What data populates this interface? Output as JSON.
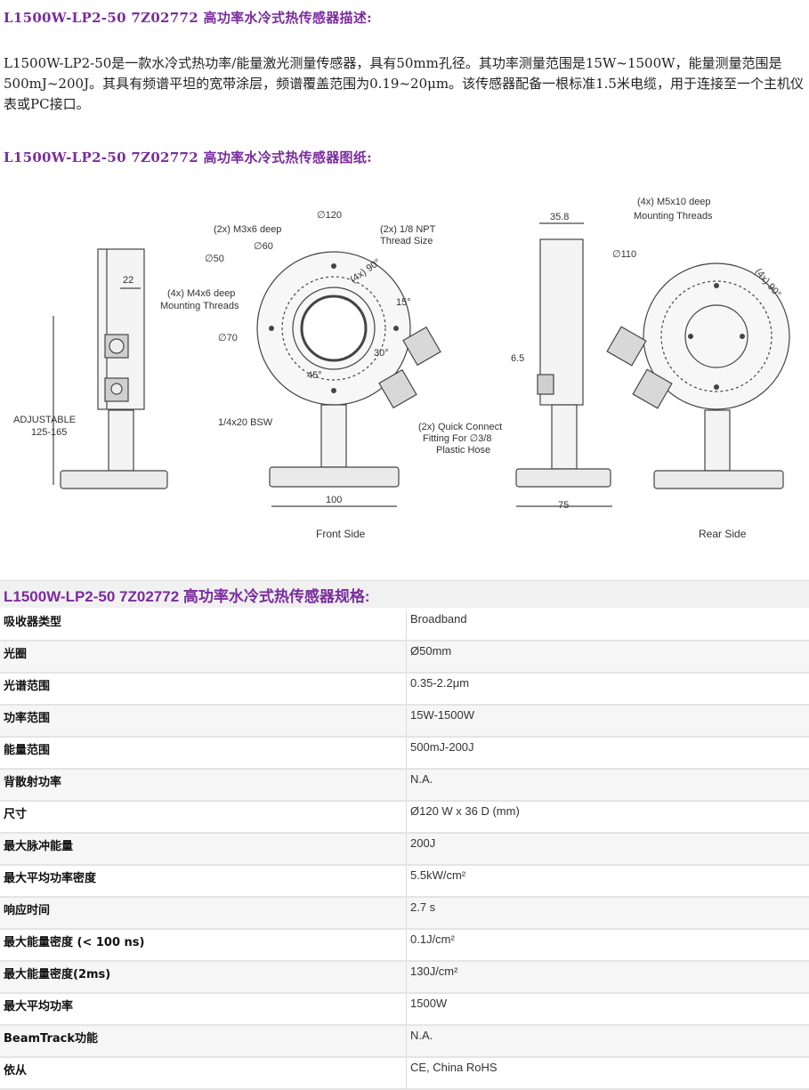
{
  "description": {
    "heading": "L1500W-LP2-50 7Z02772 高功率水冷式热传感器描述:",
    "text": "L1500W-LP2-50是一款水冷式热功率/能量激光测量传感器，具有50mm孔径。其功率测量范围是15W~1500W，能量测量范围是500mJ~200J。其具有频谱平坦的宽带涂层，频谱覆盖范围为0.19~20μm。该传感器配备一根标准1.5米电缆，用于连接至一个主机仪表或PC接口。"
  },
  "drawing": {
    "heading": "L1500W-LP2-50 7Z02772 高功率水冷式热传感器图纸:",
    "labels": {
      "d120": "∅120",
      "m3": "(2x) M3x6 deep",
      "d60": "∅60",
      "npt1": "(2x) 1/8 NPT",
      "npt2": "Thread Size",
      "d50": "∅50",
      "deg90a": "(4x) 90°",
      "deg15": "15°",
      "m4a": "(4x) M4x6 deep",
      "m4b": "Mounting Threads",
      "d70": "∅70",
      "deg30": "30°",
      "deg45": "45°",
      "bsw": "1/4x20 BSW",
      "qc1": "(2x) Quick Connect",
      "qc2": "Fitting For ∅3/8",
      "qc3": "Plastic Hose",
      "dim22": "22",
      "adj1": "ADJUSTABLE",
      "adj2": "125-165",
      "dim100": "100",
      "front": "Front Side",
      "dim358": "35.8",
      "dim65": "6.5",
      "dim75": "75",
      "m5a": "(4x) M5x10 deep",
      "m5b": "Mounting Threads",
      "d110": "∅110",
      "deg90b": "(4x) 90°",
      "rear": "Rear Side"
    }
  },
  "specs": {
    "heading": "L1500W-LP2-50 7Z02772 高功率水冷式热传感器规格:",
    "rows": [
      {
        "k": "吸收器类型",
        "v": "Broadband"
      },
      {
        "k": "光圈",
        "v": "Ø50mm"
      },
      {
        "k": "光谱范围",
        "v": "0.35-2.2μm"
      },
      {
        "k": "功率范围",
        "v": "15W-1500W"
      },
      {
        "k": "能量范围",
        "v": "500mJ-200J"
      },
      {
        "k": "背散射功率",
        "v": "N.A."
      },
      {
        "k": "尺寸",
        "v": "Ø120 W x 36 D (mm)"
      },
      {
        "k": "最大脉冲能量",
        "v": "200J"
      },
      {
        "k": "最大平均功率密度",
        "v": "5.5kW/cm²"
      },
      {
        "k": "响应时间",
        "v": "2.7 s"
      },
      {
        "k": "最大能量密度 (< 100 ns)",
        "v": "0.1J/cm²"
      },
      {
        "k": "最大能量密度(2ms)",
        "v": "130J/cm²"
      },
      {
        "k": "最大平均功率",
        "v": "1500W"
      },
      {
        "k": "BeamTrack功能",
        "v": "N.A."
      },
      {
        "k": "依从",
        "v": "CE, China RoHS"
      }
    ]
  }
}
